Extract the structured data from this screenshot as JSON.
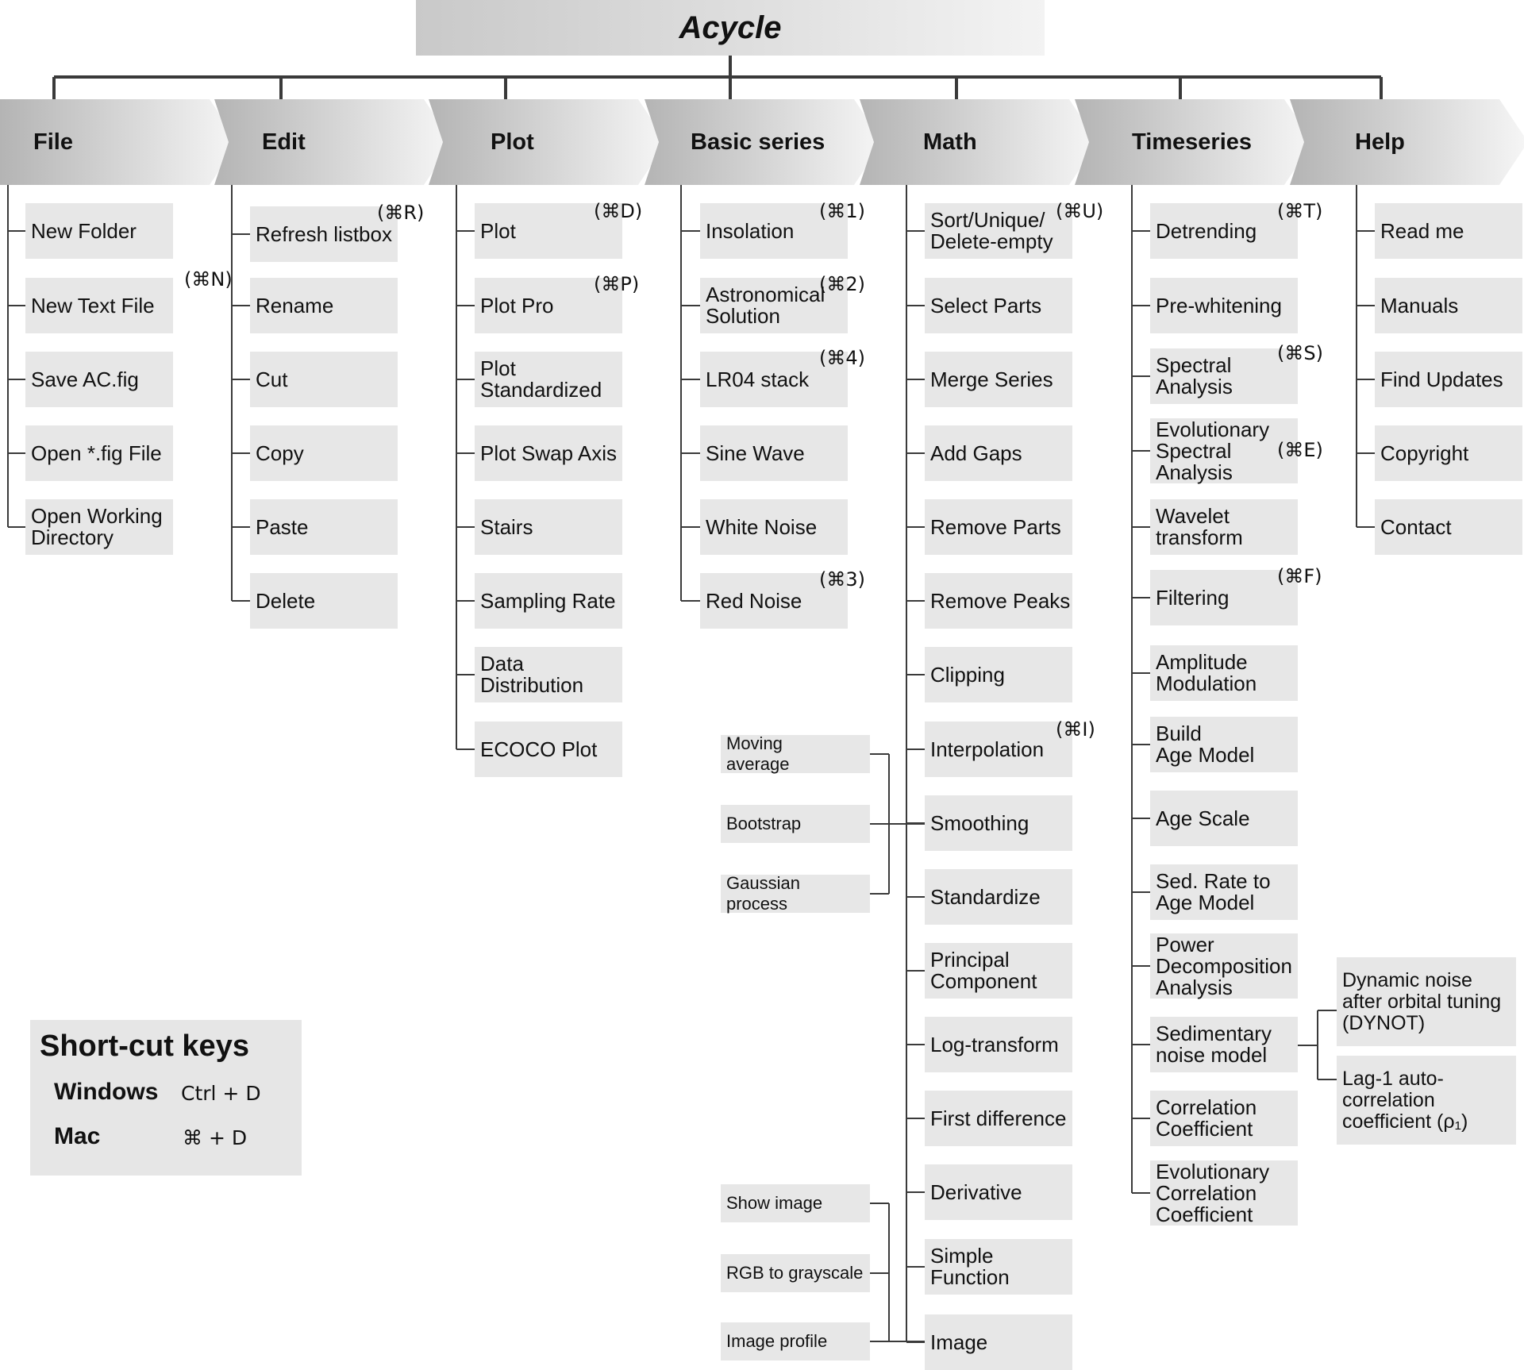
{
  "title": "Acycle",
  "menus": [
    {
      "key": "file",
      "label": "File",
      "items": [
        {
          "label": "New Folder"
        },
        {
          "label": "New Text File",
          "shortcut": "(⌘N)"
        },
        {
          "label": "Save AC.fig"
        },
        {
          "label": "Open *.fig File"
        },
        {
          "label": "Open Working\nDirectory"
        }
      ]
    },
    {
      "key": "edit",
      "label": "Edit",
      "items": [
        {
          "label": "Refresh listbox",
          "shortcut": "(⌘R)"
        },
        {
          "label": "Rename"
        },
        {
          "label": "Cut"
        },
        {
          "label": "Copy"
        },
        {
          "label": "Paste"
        },
        {
          "label": "Delete"
        }
      ]
    },
    {
      "key": "plot",
      "label": "Plot",
      "items": [
        {
          "label": "Plot",
          "shortcut": "(⌘D)"
        },
        {
          "label": "Plot Pro",
          "shortcut": "(⌘P)"
        },
        {
          "label": "Plot\nStandardized"
        },
        {
          "label": "Plot Swap Axis"
        },
        {
          "label": "Stairs"
        },
        {
          "label": "Sampling Rate"
        },
        {
          "label": "Data\nDistribution"
        },
        {
          "label": "ECOCO Plot"
        }
      ]
    },
    {
      "key": "basic",
      "label": "Basic series",
      "items": [
        {
          "label": "Insolation",
          "shortcut": "(⌘1)"
        },
        {
          "label": "Astronomical\nSolution",
          "shortcut": "(⌘2)"
        },
        {
          "label": "LR04 stack",
          "shortcut": "(⌘4)"
        },
        {
          "label": "Sine Wave"
        },
        {
          "label": "White Noise"
        },
        {
          "label": "Red Noise",
          "shortcut": "(⌘3)"
        }
      ]
    },
    {
      "key": "math",
      "label": "Math",
      "items": [
        {
          "label": "Sort/Unique/\nDelete-empty",
          "shortcut": "(⌘U)"
        },
        {
          "label": "Select Parts"
        },
        {
          "label": "Merge Series"
        },
        {
          "label": "Add Gaps"
        },
        {
          "label": "Remove Parts"
        },
        {
          "label": "Remove Peaks"
        },
        {
          "label": "Clipping"
        },
        {
          "label": "Interpolation",
          "shortcut": "(⌘I)"
        },
        {
          "label": "Smoothing"
        },
        {
          "label": "Standardize"
        },
        {
          "label": "Principal\nComponent"
        },
        {
          "label": "Log-transform"
        },
        {
          "label": "First difference"
        },
        {
          "label": "Derivative"
        },
        {
          "label": "Simple\nFunction"
        },
        {
          "label": "Image"
        }
      ]
    },
    {
      "key": "timeseries",
      "label": "Timeseries",
      "items": [
        {
          "label": "Detrending",
          "shortcut": "(⌘T)"
        },
        {
          "label": "Pre-whitening"
        },
        {
          "label": "Spectral\nAnalysis",
          "shortcut": "(⌘S)"
        },
        {
          "label": "Evolutionary\nSpectral\nAnalysis",
          "shortcut": "(⌘E)"
        },
        {
          "label": "Wavelet\ntransform"
        },
        {
          "label": "Filtering",
          "shortcut": "(⌘F)"
        },
        {
          "label": "Amplitude\nModulation"
        },
        {
          "label": "Build\nAge Model"
        },
        {
          "label": "Age Scale"
        },
        {
          "label": "Sed. Rate to\nAge Model"
        },
        {
          "label": "Power\nDecomposition\nAnalysis"
        },
        {
          "label": "Sedimentary\nnoise model"
        },
        {
          "label": "Correlation\nCoefficient"
        },
        {
          "label": "Evolutionary\nCorrelation\nCoefficient"
        }
      ]
    },
    {
      "key": "help",
      "label": "Help",
      "items": [
        {
          "label": "Read me"
        },
        {
          "label": "Manuals"
        },
        {
          "label": "Find Updates"
        },
        {
          "label": "Copyright"
        },
        {
          "label": "Contact"
        }
      ]
    }
  ],
  "smoothing_submenu": [
    "Moving\naverage",
    "Bootstrap",
    "Gaussian\nprocess"
  ],
  "image_submenu": [
    "Show image",
    "RGB to grayscale",
    "Image profile"
  ],
  "noise_submenu": [
    "Dynamic noise\nafter orbital tuning\n(DYNOT)",
    "Lag-1 auto-\ncorrelation\ncoefficient (ρ₁)"
  ],
  "legend": {
    "title": "Short-cut keys",
    "rows": [
      {
        "os": "Windows",
        "keys": "Ctrl + D"
      },
      {
        "os": "Mac",
        "keys": "⌘ + D"
      }
    ]
  }
}
